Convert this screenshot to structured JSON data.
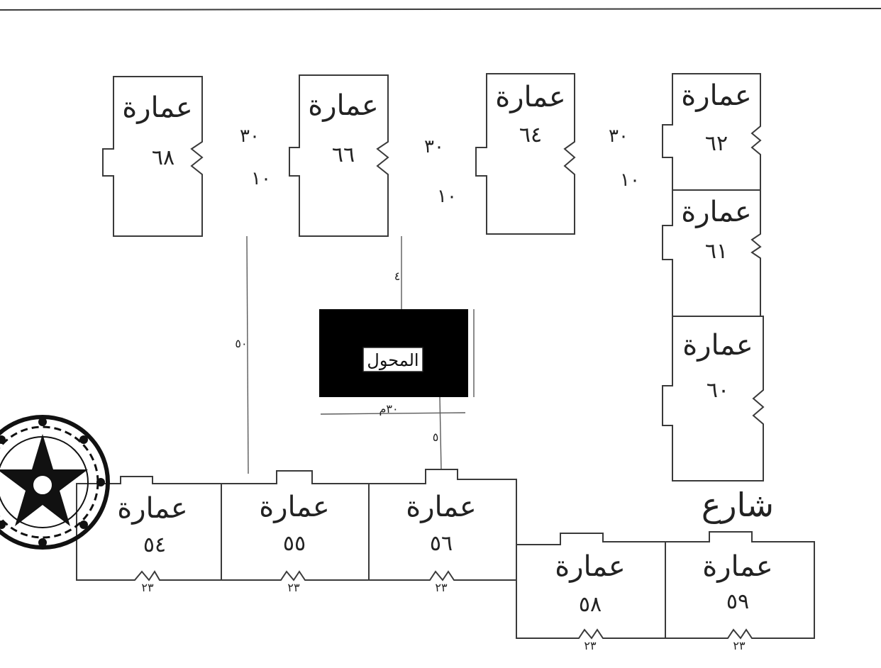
{
  "buildings": [
    {
      "id": "68",
      "label": "عمارة",
      "number": "٦٨"
    },
    {
      "id": "66",
      "label": "عمارة",
      "number": "٦٦"
    },
    {
      "id": "64",
      "label": "عمارة",
      "number": "٦٤"
    },
    {
      "id": "62",
      "label": "عمارة",
      "number": "٦٢"
    },
    {
      "id": "61",
      "label": "عمارة",
      "number": "٦١"
    },
    {
      "id": "60",
      "label": "عمارة",
      "number": "٦٠"
    },
    {
      "id": "54",
      "label": "عمارة",
      "number": "٥٤"
    },
    {
      "id": "55",
      "label": "عمارة",
      "number": "٥٥"
    },
    {
      "id": "56",
      "label": "عمارة",
      "number": "٥٦"
    },
    {
      "id": "58",
      "label": "عمارة",
      "number": "٥٨"
    },
    {
      "id": "59",
      "label": "عمارة",
      "number": "٥٩"
    }
  ],
  "transformer": {
    "label": "المحول"
  },
  "street": {
    "label": "شارع"
  },
  "gap_marks": [
    {
      "top": "٣٠",
      "bottom": "١٠"
    },
    {
      "top": "٣٠",
      "bottom": "١٠"
    },
    {
      "top": "٣٠",
      "bottom": "١٠"
    }
  ],
  "dimension_marks": {
    "vertical_left": "٥٠",
    "transformer_top": "٤",
    "transformer_bottom": "٥",
    "transformer_base": "٣٠م"
  },
  "wing_mark": "٢٣",
  "colors": {
    "ink": "#3a3a3a",
    "transformer_fill": "#000000",
    "paper": "#ffffff"
  },
  "seal": {
    "icon": "official-seal-icon"
  }
}
